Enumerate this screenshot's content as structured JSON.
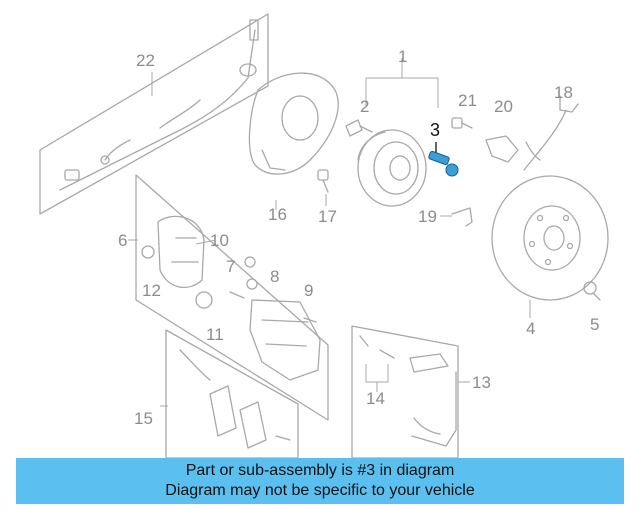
{
  "diagram": {
    "callouts": {
      "c1": "1",
      "c2": "2",
      "c3": "3",
      "c4": "4",
      "c5": "5",
      "c6": "6",
      "c7": "7",
      "c8": "8",
      "c9": "9",
      "c10": "10",
      "c11": "11",
      "c12": "12",
      "c13": "13",
      "c14": "14",
      "c15": "15",
      "c16": "16",
      "c17": "17",
      "c18": "18",
      "c19": "19",
      "c20": "20",
      "c21": "21",
      "c22": "22"
    },
    "highlight_part": "3",
    "colors": {
      "line": "#a8a8a8",
      "highlight": "#3a9fd8",
      "banner": "#5bc0f0"
    }
  },
  "banner": {
    "line1": "Part or sub-assembly is #3 in diagram",
    "line2": "Diagram may not be specific to your vehicle"
  }
}
